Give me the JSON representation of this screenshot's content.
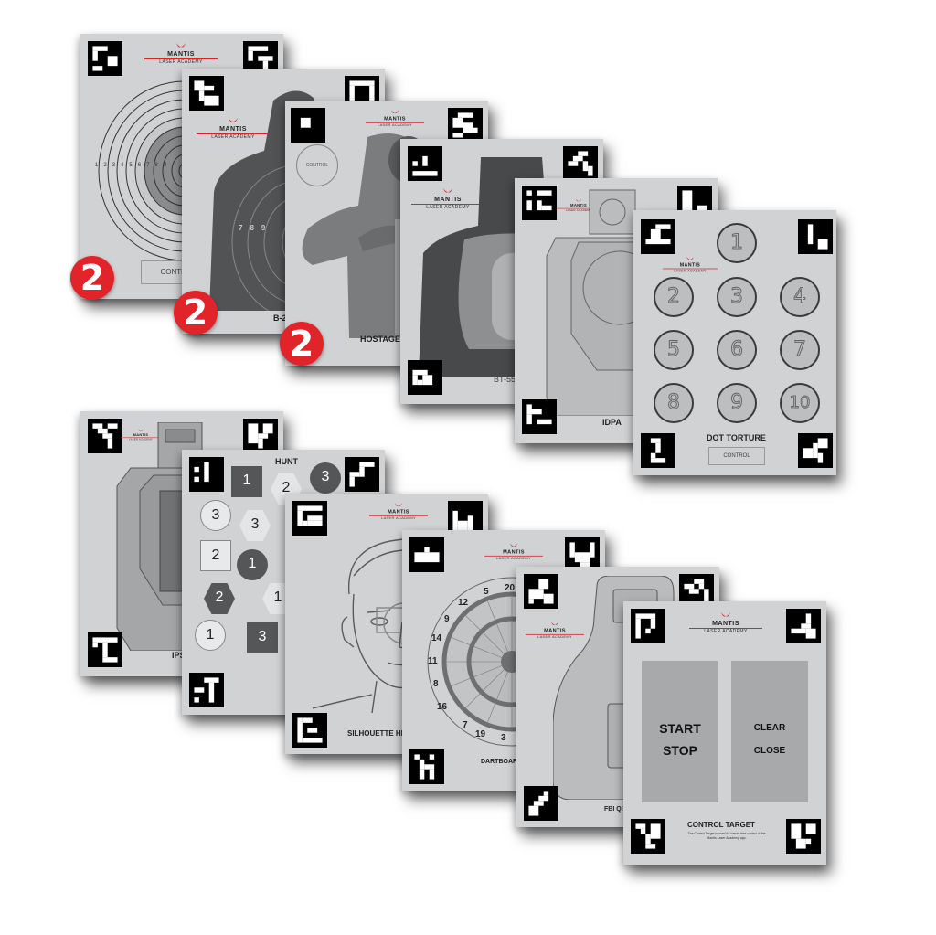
{
  "brand": {
    "name": "MANTIS",
    "subtitle": "LASER ACADEMY",
    "accent": "#e1232a"
  },
  "badge_label": "2",
  "row1": [
    {
      "id": "bullseye",
      "footer_label": "CONTROL",
      "ring_numbers": [
        "1",
        "2",
        "3",
        "4",
        "5",
        "6",
        "7",
        "8",
        "9"
      ]
    },
    {
      "id": "b27",
      "title": "B-27",
      "ring_numbers": [
        "7",
        "8",
        "9"
      ]
    },
    {
      "id": "hostage",
      "title": "HOSTAGE",
      "control_label": "CONTROL"
    },
    {
      "id": "bt55",
      "title": "BT-55"
    },
    {
      "id": "idpa",
      "title": "IDPA"
    },
    {
      "id": "dot-torture",
      "title": "DOT TORTURE",
      "control_label": "CONTROL",
      "dots": [
        "1",
        "2",
        "3",
        "4",
        "5",
        "6",
        "7",
        "8",
        "9",
        "10"
      ]
    }
  ],
  "row2": [
    {
      "id": "ipsc",
      "title": "IPSC"
    },
    {
      "id": "hunt",
      "title": "HUNT",
      "shapes": [
        "1",
        "2",
        "3",
        "3",
        "3",
        "2",
        "1",
        "2",
        "1",
        "1",
        "3"
      ]
    },
    {
      "id": "silhouette-head",
      "title": "SILHOUETTE HEAD"
    },
    {
      "id": "dartboard",
      "title": "DARTBOARD",
      "numbers": [
        "20",
        "5",
        "12",
        "9",
        "14",
        "11",
        "8",
        "16",
        "7",
        "19",
        "3"
      ]
    },
    {
      "id": "fbi-qit",
      "title": "FBI QIT"
    },
    {
      "id": "control-target",
      "title": "CONTROL TARGET",
      "left_top": "START",
      "left_bottom": "STOP",
      "right_top": "CLEAR",
      "right_bottom": "CLOSE",
      "description": "The Control Target is used for hands-free control of the Mantis Laser Academy app."
    }
  ]
}
